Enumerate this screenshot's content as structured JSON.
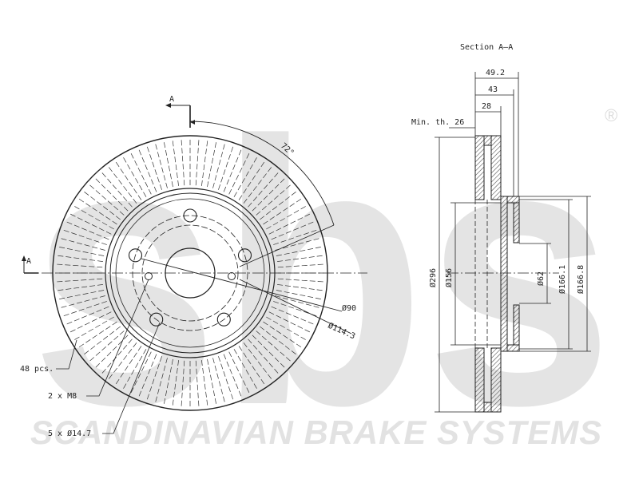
{
  "watermark": {
    "brand_letters": "sbs",
    "registered_mark": "®",
    "tagline": "SCANDINAVIAN BRAKE SYSTEMS"
  },
  "section": {
    "title": "Section A–A",
    "min_thickness": "Min. th. 26",
    "dim_49_2": "49.2",
    "dim_43": "43",
    "dim_28": "28",
    "dia_296": "Ø296",
    "dia_156": "Ø156",
    "dia_62": "Ø62",
    "dia_166_1": "Ø166.1",
    "dia_166_8": "Ø166.8"
  },
  "front": {
    "section_mark_top": "A",
    "section_mark_left": "A",
    "angle": "72°",
    "dia_90": "Ø90",
    "dia_114_3": "Ø114.3",
    "vanes_count": "48 pcs.",
    "threads": "2 x M8",
    "bolt_holes": "5 x Ø14.7"
  },
  "colors": {
    "line": "#222222",
    "watermark": "#e3e3e3",
    "hatch": "#444444"
  }
}
